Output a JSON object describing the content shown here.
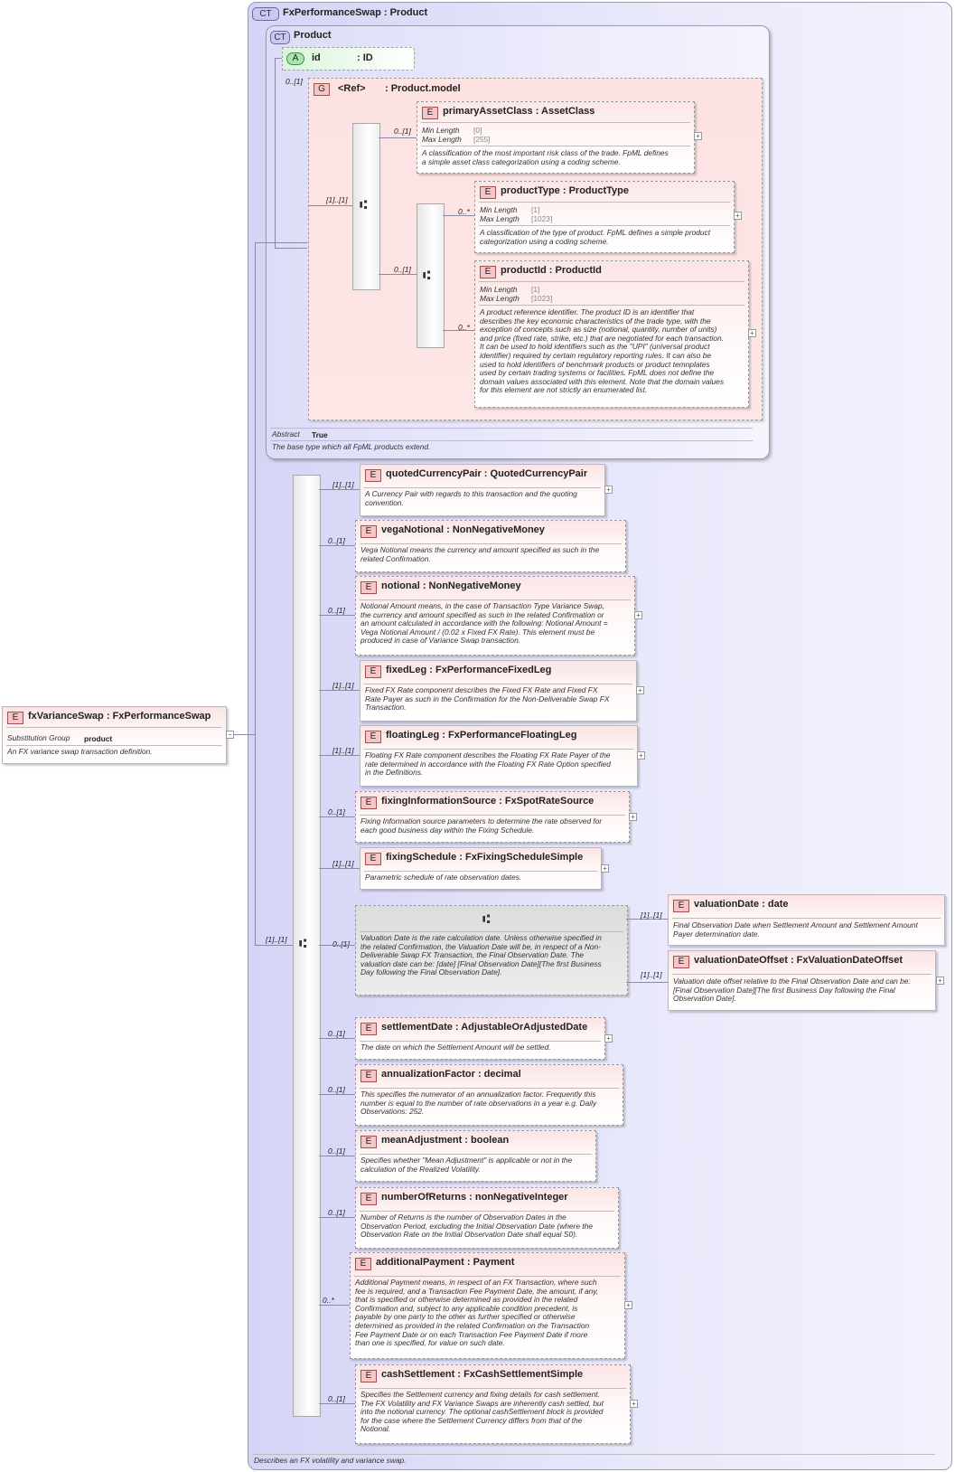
{
  "root": {
    "badge": "E",
    "name": "fxVarianceSwap",
    "type": "FxPerformanceSwap",
    "facet_label": "Substitution Group",
    "facet_value": "product",
    "doc": "An FX variance swap transaction definition."
  },
  "complex_type": {
    "badge": "CT",
    "title": "FxPerformanceSwap : Product",
    "footer_doc": "Describes an FX volatility and variance swap."
  },
  "product": {
    "badge": "CT",
    "title": "Product",
    "attribute": {
      "badge": "A",
      "name": "id",
      "type": ": ID"
    },
    "group": {
      "badge": "G",
      "name": "<Ref>",
      "type": ": Product.model",
      "card": "0..[1]"
    },
    "seq_card": "[1]..[1]",
    "abstract_label": "Abstract",
    "abstract_value": "True",
    "doc": "The base type which all FpML products extend."
  },
  "product_model": {
    "primaryAssetClass": {
      "badge": "E",
      "label": "primaryAssetClass : AssetClass",
      "card": "0..[1]",
      "facets": [
        {
          "k": "Min Length",
          "v": "[0]"
        },
        {
          "k": "Max Length",
          "v": "[255]"
        }
      ],
      "doc": [
        "A classification of the most important risk class of the trade. FpML defines",
        "a simple asset class categorization using a coding scheme."
      ]
    },
    "choice_card": "0..[1]",
    "productType": {
      "badge": "E",
      "label": "productType : ProductType",
      "card": "0..*",
      "facets": [
        {
          "k": "Min Length",
          "v": "[1]"
        },
        {
          "k": "Max Length",
          "v": "[1023]"
        }
      ],
      "doc": [
        "A classification of the type of product. FpML defines a simple product",
        "categorization using a coding scheme."
      ]
    },
    "productId": {
      "badge": "E",
      "label": "productId : ProductId",
      "card": "0..*",
      "facets": [
        {
          "k": "Min Length",
          "v": "[1]"
        },
        {
          "k": "Max Length",
          "v": "[1023]"
        }
      ],
      "doc": [
        "A product reference identifier. The product ID is an identifier that",
        "describes the key economic characteristics of the trade type, with the",
        "exception of concepts such as size (notional, quantity, number of units)",
        "and price (fixed rate, strike, etc.) that are negotiated for each transaction.",
        "It can be used to hold identifiers such as the \"UPI\" (universal product",
        "identifier) required by certain regulatory reporting rules. It can also be",
        "used to hold identifiers of benchmark products or product temnplates",
        "used by certain trading systems or facilities. FpML does not define the",
        "domain values associated with this element. Note that the domain values",
        "for this element are not strictly an enumerated list."
      ]
    }
  },
  "main_seq_card": "[1]..[1]",
  "elements": [
    {
      "badge": "E",
      "label": "quotedCurrencyPair : QuotedCurrencyPair",
      "card": "[1]..[1]",
      "doc": [
        "A Currency Pair with regards to this transaction and the quoting",
        "convention."
      ]
    },
    {
      "badge": "E",
      "label": "vegaNotional : NonNegativeMoney",
      "card": "0..[1]",
      "doc": [
        "Vega Notional means the currency and amount specified as such in the",
        "related Confirmation."
      ]
    },
    {
      "badge": "E",
      "label": "notional  : NonNegativeMoney",
      "card": "0..[1]",
      "doc": [
        "Notional Amount means, in the case of Transaction Type Variance Swap,",
        "the currency and amount specified as such in the related Confirmation or",
        "an amount calculated in accordance with the following: Notional Amount =",
        "Vega Notional Amount / (0.02 x Fixed FX Rate). This element must be",
        "produced in case of Variance Swap transaction."
      ]
    },
    {
      "badge": "E",
      "label": "fixedLeg : FxPerformanceFixedLeg",
      "card": "[1]..[1]",
      "doc": [
        "Fixed FX Rate component describes the Fixed FX Rate and Fixed FX",
        "Rate Payer as such in the Confirmation for the Non-Deliverable Swap FX",
        "Transaction."
      ]
    },
    {
      "badge": "E",
      "label": "floatingLeg : FxPerformanceFloatingLeg",
      "card": "[1]..[1]",
      "doc": [
        "Floating FX Rate component describes the Floating FX Rate Payer of the",
        "rate determined in accordance with the Floating FX Rate Option specified",
        "in the Definitions."
      ]
    },
    {
      "badge": "E",
      "label": "fixingInformationSource : FxSpotRateSource",
      "card": "0..[1]",
      "doc": [
        "Fixing Information source parameters to determine the rate observed for",
        "each good business day within the Fixing Schedule."
      ]
    },
    {
      "badge": "E",
      "label": "fixingSchedule : FxFixingScheduleSimple",
      "card": "[1]..[1]",
      "doc": [
        "Parametric schedule of rate observation dates."
      ]
    },
    {
      "badge": "E",
      "label": "settlementDate : AdjustableOrAdjustedDate",
      "card": "0..[1]",
      "doc": [
        "The date on which the Settlement Amount will be settled."
      ]
    },
    {
      "badge": "E",
      "label": "annualizationFactor : decimal",
      "card": "0..[1]",
      "doc": [
        "This specifies the numerator of an annualization factor. Frequently this",
        "number is equal to the number of rate observations in a year e.g. Daily",
        "Observations: 252."
      ]
    },
    {
      "badge": "E",
      "label": "meanAdjustment : boolean",
      "card": "0..[1]",
      "doc": [
        "Specifies whether \"Mean Adjustment\" is applicable or not in the",
        "calculation of the Realized Volatility."
      ]
    },
    {
      "badge": "E",
      "label": "numberOfReturns : nonNegativeInteger",
      "card": "0..[1]",
      "doc": [
        "Number of Returns is the number of Observation Dates in the",
        "Observation Period, excluding the Initial Observation Date (where the",
        "Observation Rate on the Initial Observation Date shall equal S0)."
      ]
    },
    {
      "badge": "E",
      "label": "additionalPayment : Payment",
      "card": "0..*",
      "doc": [
        "Additional Payment means, in respect of an FX Transaction, where such",
        "fee is required, and a Transaction Fee Payment Date, the amount, if any,",
        "that is specified or otherwise determined as provided in the related",
        "Confirmation and, subject to any applicable condition precedent, is",
        "payable by one party to the other as further specified or otherwise",
        "determined as provided in the related Confirmation on the Transaction",
        "Fee Payment Date or on each Transaction Fee Payment Date if more",
        "than one is specified, for value on such date."
      ]
    },
    {
      "badge": "E",
      "label": "cashSettlement : FxCashSettlementSimple",
      "card": "0..[1]",
      "doc": [
        "Specifies the Settlement currency and fixing details for cash settlement.",
        "The FX Volatility and FX Variance Swaps are inherently cash settled, but",
        "into the notional currency. The optional cashSettlement block is provided",
        "for the case where the Settlement Currency differs from that of the",
        "Notional."
      ]
    }
  ],
  "valuation_choice": {
    "card": "0..[1]",
    "doc": [
      "Valuation Date is the rate calculation date. Unless otherwise specified in",
      "the related Confirmation, the Valuation Date will be, in respect of a Non-",
      "Deliverable Swap FX Transaction, the Final Observation Date. The",
      "valuation date can be: [date] [Final Observation Date][The first Business",
      "Day following the Final Observation Date]."
    ],
    "valuationDate": {
      "badge": "E",
      "label": "valuationDate : date",
      "card": "[1]..[1]",
      "doc": [
        "Final Observation Date when Settlement Amount and Settlement Amount",
        "Payer determination date."
      ]
    },
    "valuationDateOffset": {
      "badge": "E",
      "label": "valuationDateOffset : FxValuationDateOffset",
      "card": "[1]..[1]",
      "doc": [
        "Valuation date offset relative to the Final Observation Date and can be:",
        "[Final Observation Date][The first Business Day following the Final",
        "Observation Date]."
      ]
    }
  }
}
